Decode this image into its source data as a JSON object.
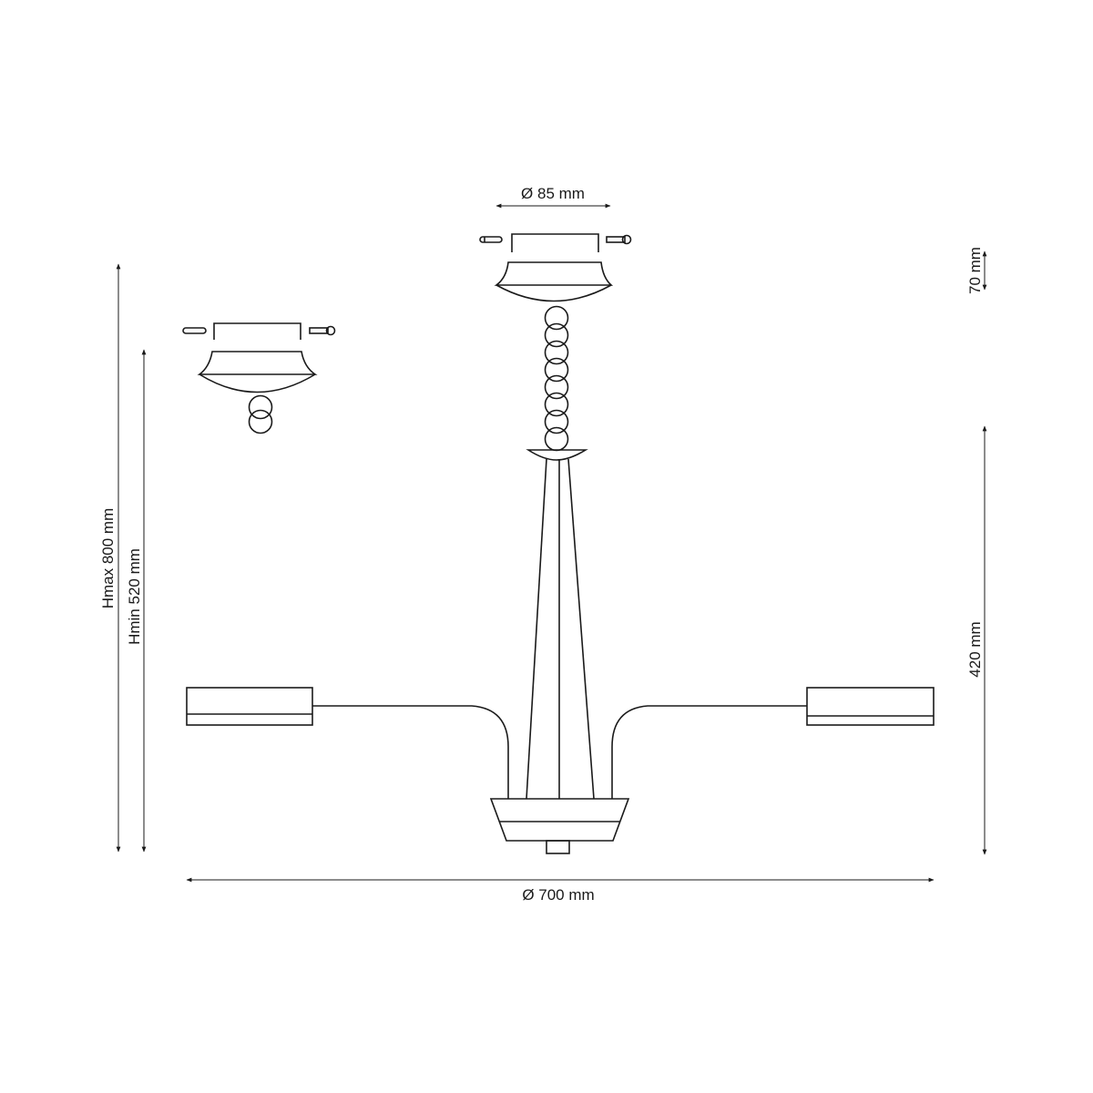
{
  "dimensions": {
    "canopy_diameter": "Ø 85 mm",
    "canopy_height": "70 mm",
    "height_max": "Hmax 800 mm",
    "height_min": "Hmin 520 mm",
    "body_height": "420 mm",
    "overall_diameter": "Ø 700 mm"
  },
  "colors": {
    "line": "#1a1a1a",
    "background": "#ffffff"
  }
}
